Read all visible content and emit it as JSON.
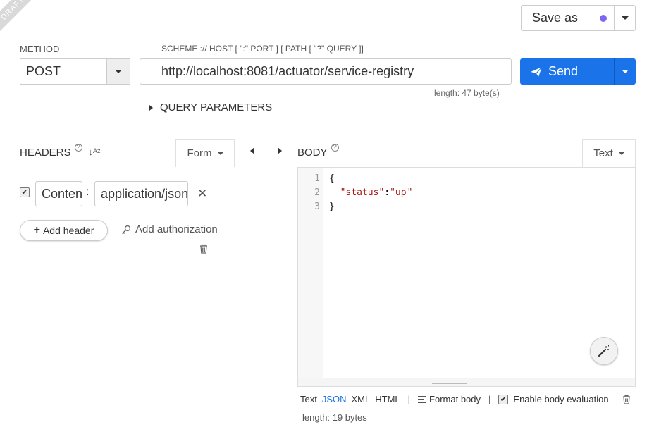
{
  "ribbon": {
    "label": "DRAFT"
  },
  "save_as": {
    "label": "Save as",
    "dot_color": "#7b68ee"
  },
  "method": {
    "label": "METHOD",
    "value": "POST"
  },
  "url": {
    "label": "SCHEME :// HOST [ \":\" PORT ] [ PATH [ \"?\" QUERY ]]",
    "value": "http://localhost:8081/actuator/service-registry",
    "length": "length: 47 byte(s)"
  },
  "send": {
    "label": "Send",
    "color": "#1a73e8"
  },
  "query_params": {
    "label": "QUERY PARAMETERS"
  },
  "headers": {
    "title": "HEADERS",
    "help": "?",
    "sort_glyph": "↓ᴬᶻ",
    "mode": "Form",
    "rows": [
      {
        "enabled": true,
        "name": "Content-Type",
        "value": "application/json"
      }
    ],
    "add_header_label": "Add header",
    "add_auth_label": "Add authorization"
  },
  "body": {
    "title": "BODY",
    "help": "?",
    "mode": "Text",
    "line_numbers": [
      "1",
      "2",
      "3"
    ],
    "lines": [
      "{",
      "  \"status\":\"up\"",
      "}"
    ],
    "key": "\"status\"",
    "colon": ":",
    "value": "\"up",
    "value_close": "\"",
    "formats": [
      "Text",
      "JSON",
      "XML",
      "HTML"
    ],
    "active_format": "JSON",
    "format_body_label": "Format body",
    "enable_eval_label": "Enable body evaluation",
    "length": "length: 19 bytes"
  }
}
